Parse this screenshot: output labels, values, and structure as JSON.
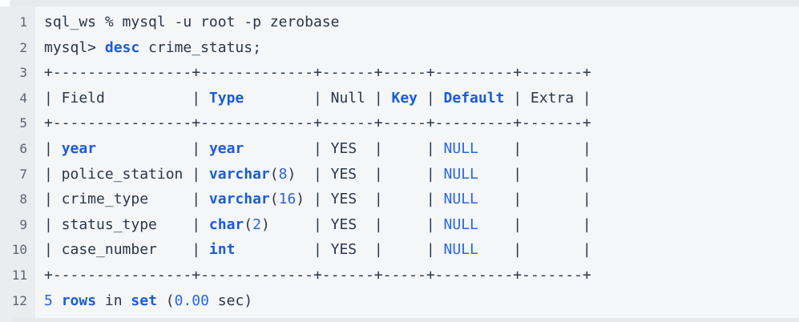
{
  "colors": {
    "page_background": "#fbfcfd",
    "block_background": "#f4f6f8",
    "gutter_background": "#eaedf0",
    "edge_strip": "#e7e9ec",
    "text": "#2b3648",
    "keyword_blue": "#1a5cd8",
    "literal_blue": "#2a66dc",
    "line_number_gray": "#5b6572"
  },
  "code_block": {
    "lines": [
      {
        "number": "1",
        "segments": [
          {
            "style": "plain",
            "text": "sql_ws % mysql -u root -p zerobase"
          }
        ]
      },
      {
        "number": "2",
        "segments": [
          {
            "style": "plain",
            "text": "mysql> "
          },
          {
            "style": "keyword",
            "text": "desc"
          },
          {
            "style": "plain",
            "text": " crime_status;"
          }
        ]
      },
      {
        "number": "3",
        "segments": [
          {
            "style": "plain",
            "text": "+----------------+-------------+------+-----+---------+-------+"
          }
        ]
      },
      {
        "number": "4",
        "segments": [
          {
            "style": "plain",
            "text": "| Field          | "
          },
          {
            "style": "keyword",
            "text": "Type"
          },
          {
            "style": "plain",
            "text": "        | Null | "
          },
          {
            "style": "keyword",
            "text": "Key"
          },
          {
            "style": "plain",
            "text": " | "
          },
          {
            "style": "keyword",
            "text": "Default"
          },
          {
            "style": "plain",
            "text": " | Extra |"
          }
        ]
      },
      {
        "number": "5",
        "segments": [
          {
            "style": "plain",
            "text": "+----------------+-------------+------+-----+---------+-------+"
          }
        ]
      },
      {
        "number": "6",
        "segments": [
          {
            "style": "plain",
            "text": "| "
          },
          {
            "style": "keyword",
            "text": "year"
          },
          {
            "style": "plain",
            "text": "           | "
          },
          {
            "style": "keyword",
            "text": "year"
          },
          {
            "style": "plain",
            "text": "        | YES  |     | "
          },
          {
            "style": "literal",
            "text": "NULL"
          },
          {
            "style": "plain",
            "text": "    |       |"
          }
        ]
      },
      {
        "number": "7",
        "segments": [
          {
            "style": "plain",
            "text": "| police_station | "
          },
          {
            "style": "keyword",
            "text": "varchar"
          },
          {
            "style": "plain",
            "text": "("
          },
          {
            "style": "literal",
            "text": "8"
          },
          {
            "style": "plain",
            "text": ")  | YES  |     | "
          },
          {
            "style": "literal",
            "text": "NULL"
          },
          {
            "style": "plain",
            "text": "    |       |"
          }
        ]
      },
      {
        "number": "8",
        "segments": [
          {
            "style": "plain",
            "text": "| crime_type     | "
          },
          {
            "style": "keyword",
            "text": "varchar"
          },
          {
            "style": "plain",
            "text": "("
          },
          {
            "style": "literal",
            "text": "16"
          },
          {
            "style": "plain",
            "text": ") | YES  |     | "
          },
          {
            "style": "literal",
            "text": "NULL"
          },
          {
            "style": "plain",
            "text": "    |       |"
          }
        ]
      },
      {
        "number": "9",
        "segments": [
          {
            "style": "plain",
            "text": "| status_type    | "
          },
          {
            "style": "keyword",
            "text": "char"
          },
          {
            "style": "plain",
            "text": "("
          },
          {
            "style": "literal",
            "text": "2"
          },
          {
            "style": "plain",
            "text": ")     | YES  |     | "
          },
          {
            "style": "literal",
            "text": "NULL"
          },
          {
            "style": "plain",
            "text": "    |       |"
          }
        ]
      },
      {
        "number": "10",
        "segments": [
          {
            "style": "plain",
            "text": "| case_number    | "
          },
          {
            "style": "keyword",
            "text": "int"
          },
          {
            "style": "plain",
            "text": "         | YES  |     | "
          },
          {
            "style": "literal",
            "text": "NULL"
          },
          {
            "style": "plain",
            "text": "    |       |"
          }
        ]
      },
      {
        "number": "11",
        "segments": [
          {
            "style": "plain",
            "text": "+----------------+-------------+------+-----+---------+-------+"
          }
        ]
      },
      {
        "number": "12",
        "segments": [
          {
            "style": "literal",
            "text": "5"
          },
          {
            "style": "plain",
            "text": " "
          },
          {
            "style": "keyword",
            "text": "rows"
          },
          {
            "style": "plain",
            "text": " in "
          },
          {
            "style": "keyword",
            "text": "set"
          },
          {
            "style": "plain",
            "text": " ("
          },
          {
            "style": "literal",
            "text": "0.00"
          },
          {
            "style": "plain",
            "text": " sec)"
          }
        ]
      }
    ]
  }
}
